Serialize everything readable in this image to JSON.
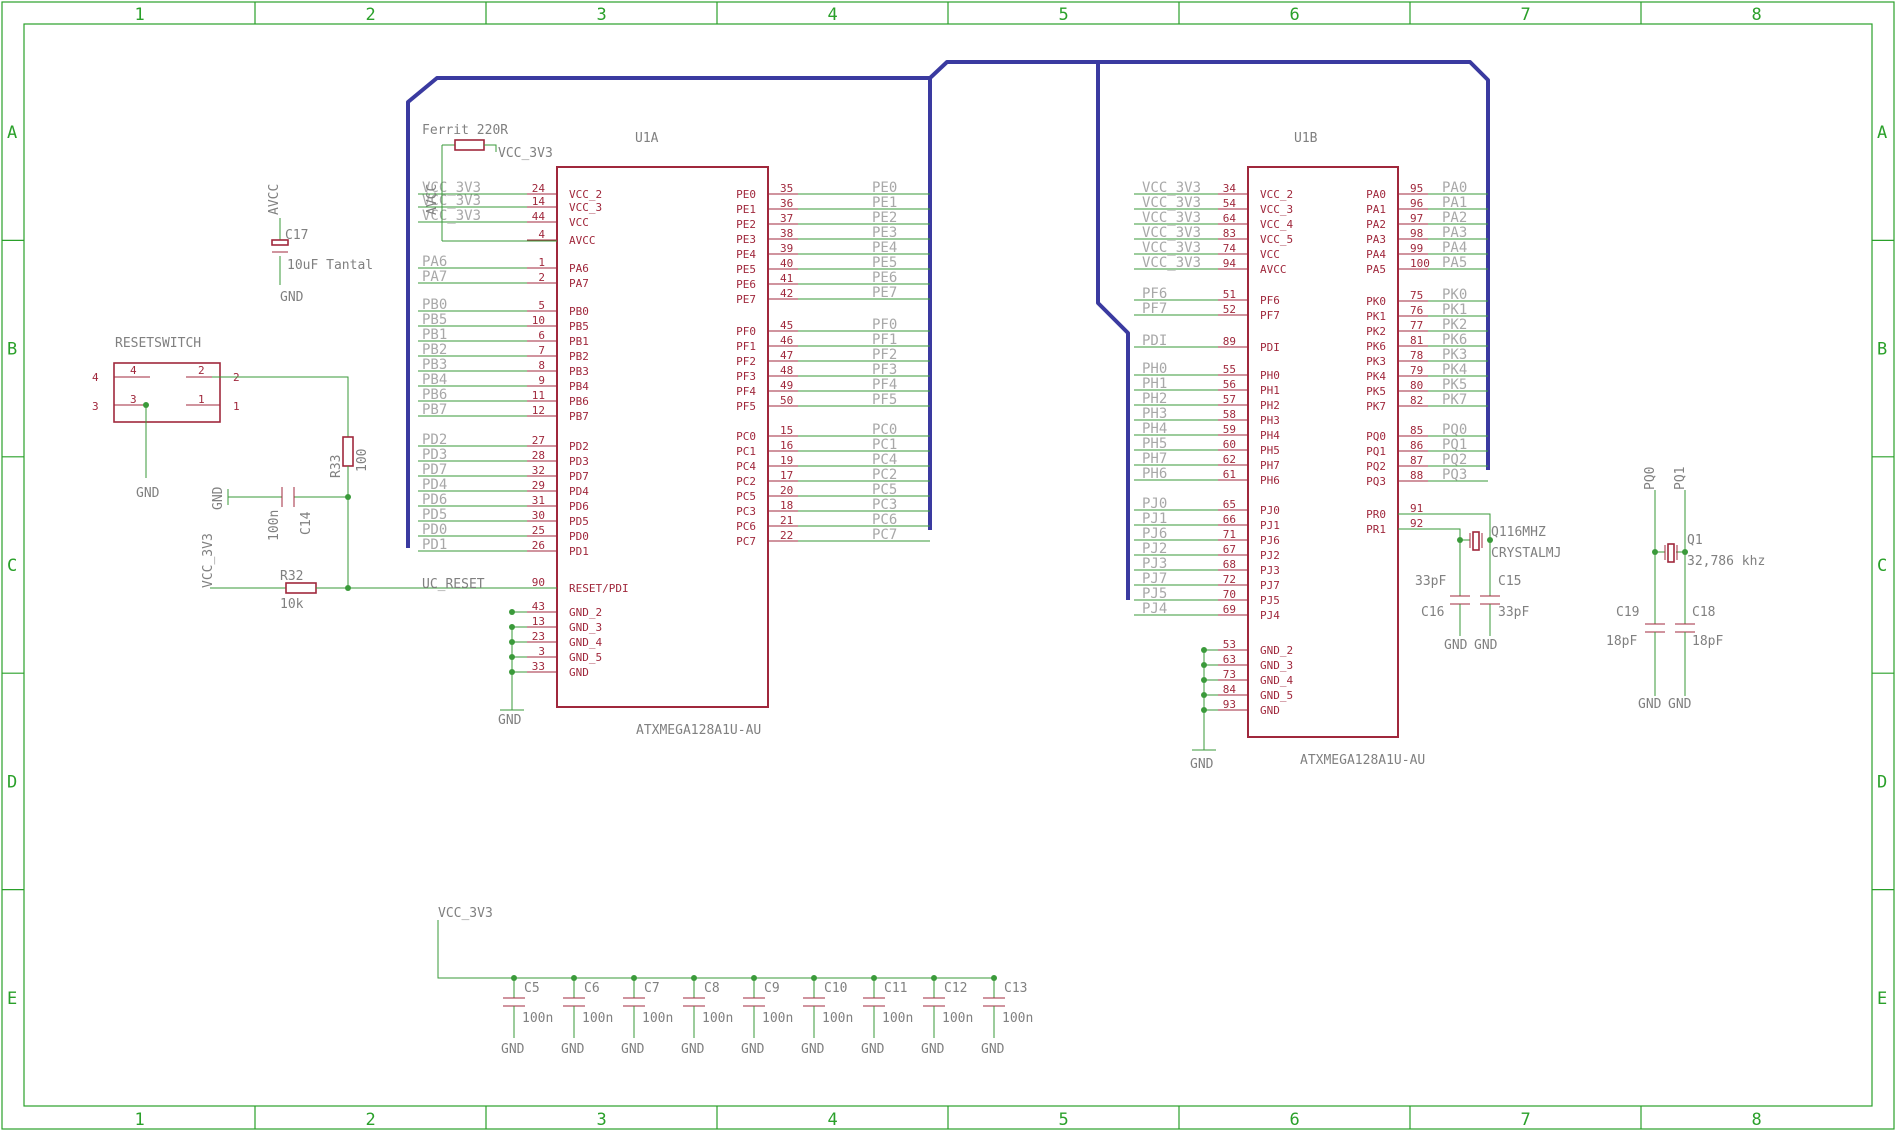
{
  "frame": {
    "cols": [
      "1",
      "2",
      "3",
      "4",
      "5",
      "6",
      "7",
      "8"
    ],
    "rows": [
      "A",
      "B",
      "C",
      "D",
      "E"
    ],
    "color": "#2aa02a"
  },
  "colors": {
    "wire": "#3a9a3a",
    "bus": "#3a3aa0",
    "part": "#a0283c",
    "label": "#808080"
  },
  "u1a": {
    "name": "U1A",
    "value": "ATXMEGA128A1U-AU",
    "left": [
      {
        "pin": "24",
        "func": "VCC_2",
        "net": "VCC_3V3"
      },
      {
        "pin": "14",
        "func": "VCC_3",
        "net": "VCC_3V3"
      },
      {
        "pin": "44",
        "func": "VCC",
        "net": "VCC_3V3"
      },
      {
        "pin": "4",
        "func": "AVCC",
        "net": ""
      },
      {
        "pin": "1",
        "func": "PA6",
        "net": "PA6"
      },
      {
        "pin": "2",
        "func": "PA7",
        "net": "PA7"
      },
      {
        "pin": "5",
        "func": "PB0",
        "net": "PB0"
      },
      {
        "pin": "10",
        "func": "PB5",
        "net": "PB5"
      },
      {
        "pin": "6",
        "func": "PB1",
        "net": "PB1"
      },
      {
        "pin": "7",
        "func": "PB2",
        "net": "PB2"
      },
      {
        "pin": "8",
        "func": "PB3",
        "net": "PB3"
      },
      {
        "pin": "9",
        "func": "PB4",
        "net": "PB4"
      },
      {
        "pin": "11",
        "func": "PB6",
        "net": "PB6"
      },
      {
        "pin": "12",
        "func": "PB7",
        "net": "PB7"
      },
      {
        "pin": "27",
        "func": "PD2",
        "net": "PD2"
      },
      {
        "pin": "28",
        "func": "PD3",
        "net": "PD3"
      },
      {
        "pin": "32",
        "func": "PD7",
        "net": "PD7"
      },
      {
        "pin": "29",
        "func": "PD4",
        "net": "PD4"
      },
      {
        "pin": "31",
        "func": "PD6",
        "net": "PD6"
      },
      {
        "pin": "30",
        "func": "PD5",
        "net": "PD5"
      },
      {
        "pin": "25",
        "func": "PD0",
        "net": "PD0"
      },
      {
        "pin": "26",
        "func": "PD1",
        "net": "PD1"
      },
      {
        "pin": "90",
        "func": "RESET/PDI",
        "net": "UC_RESET"
      },
      {
        "pin": "43",
        "func": "GND_2",
        "net": ""
      },
      {
        "pin": "13",
        "func": "GND_3",
        "net": ""
      },
      {
        "pin": "23",
        "func": "GND_4",
        "net": ""
      },
      {
        "pin": "3",
        "func": "GND_5",
        "net": ""
      },
      {
        "pin": "33",
        "func": "GND",
        "net": ""
      }
    ],
    "right": [
      {
        "pin": "35",
        "func": "PE0",
        "net": "PE0"
      },
      {
        "pin": "36",
        "func": "PE1",
        "net": "PE1"
      },
      {
        "pin": "37",
        "func": "PE2",
        "net": "PE2"
      },
      {
        "pin": "38",
        "func": "PE3",
        "net": "PE3"
      },
      {
        "pin": "39",
        "func": "PE4",
        "net": "PE4"
      },
      {
        "pin": "40",
        "func": "PE5",
        "net": "PE5"
      },
      {
        "pin": "41",
        "func": "PE6",
        "net": "PE6"
      },
      {
        "pin": "42",
        "func": "PE7",
        "net": "PE7"
      },
      {
        "pin": "45",
        "func": "PF0",
        "net": "PF0"
      },
      {
        "pin": "46",
        "func": "PF1",
        "net": "PF1"
      },
      {
        "pin": "47",
        "func": "PF2",
        "net": "PF2"
      },
      {
        "pin": "48",
        "func": "PF3",
        "net": "PF3"
      },
      {
        "pin": "49",
        "func": "PF4",
        "net": "PF4"
      },
      {
        "pin": "50",
        "func": "PF5",
        "net": "PF5"
      },
      {
        "pin": "15",
        "func": "PC0",
        "net": "PC0"
      },
      {
        "pin": "16",
        "func": "PC1",
        "net": "PC1"
      },
      {
        "pin": "19",
        "func": "PC4",
        "net": "PC4"
      },
      {
        "pin": "17",
        "func": "PC2",
        "net": "PC2"
      },
      {
        "pin": "20",
        "func": "PC5",
        "net": "PC5"
      },
      {
        "pin": "18",
        "func": "PC3",
        "net": "PC3"
      },
      {
        "pin": "21",
        "func": "PC6",
        "net": "PC6"
      },
      {
        "pin": "22",
        "func": "PC7",
        "net": "PC7"
      }
    ]
  },
  "u1b": {
    "name": "U1B",
    "value": "ATXMEGA128A1U-AU",
    "left": [
      {
        "pin": "34",
        "func": "VCC_2",
        "net": "VCC_3V3"
      },
      {
        "pin": "54",
        "func": "VCC_3",
        "net": "VCC_3V3"
      },
      {
        "pin": "64",
        "func": "VCC_4",
        "net": "VCC_3V3"
      },
      {
        "pin": "83",
        "func": "VCC_5",
        "net": "VCC_3V3"
      },
      {
        "pin": "74",
        "func": "VCC",
        "net": "VCC_3V3"
      },
      {
        "pin": "94",
        "func": "AVCC",
        "net": "VCC_3V3"
      },
      {
        "pin": "51",
        "func": "PF6",
        "net": "PF6"
      },
      {
        "pin": "52",
        "func": "PF7",
        "net": "PF7"
      },
      {
        "pin": "89",
        "func": "PDI",
        "net": "PDI"
      },
      {
        "pin": "55",
        "func": "PH0",
        "net": "PH0"
      },
      {
        "pin": "56",
        "func": "PH1",
        "net": "PH1"
      },
      {
        "pin": "57",
        "func": "PH2",
        "net": "PH2"
      },
      {
        "pin": "58",
        "func": "PH3",
        "net": "PH3"
      },
      {
        "pin": "59",
        "func": "PH4",
        "net": "PH4"
      },
      {
        "pin": "60",
        "func": "PH5",
        "net": "PH5"
      },
      {
        "pin": "62",
        "func": "PH7",
        "net": "PH7"
      },
      {
        "pin": "61",
        "func": "PH6",
        "net": "PH6"
      },
      {
        "pin": "65",
        "func": "PJ0",
        "net": "PJ0"
      },
      {
        "pin": "66",
        "func": "PJ1",
        "net": "PJ1"
      },
      {
        "pin": "71",
        "func": "PJ6",
        "net": "PJ6"
      },
      {
        "pin": "67",
        "func": "PJ2",
        "net": "PJ2"
      },
      {
        "pin": "68",
        "func": "PJ3",
        "net": "PJ3"
      },
      {
        "pin": "72",
        "func": "PJ7",
        "net": "PJ7"
      },
      {
        "pin": "70",
        "func": "PJ5",
        "net": "PJ5"
      },
      {
        "pin": "69",
        "func": "PJ4",
        "net": "PJ4"
      },
      {
        "pin": "53",
        "func": "GND_2",
        "net": ""
      },
      {
        "pin": "63",
        "func": "GND_3",
        "net": ""
      },
      {
        "pin": "73",
        "func": "GND_4",
        "net": ""
      },
      {
        "pin": "84",
        "func": "GND_5",
        "net": ""
      },
      {
        "pin": "93",
        "func": "GND",
        "net": ""
      }
    ],
    "right": [
      {
        "pin": "95",
        "func": "PA0",
        "net": "PA0"
      },
      {
        "pin": "96",
        "func": "PA1",
        "net": "PA1"
      },
      {
        "pin": "97",
        "func": "PA2",
        "net": "PA2"
      },
      {
        "pin": "98",
        "func": "PA3",
        "net": "PA3"
      },
      {
        "pin": "99",
        "func": "PA4",
        "net": "PA4"
      },
      {
        "pin": "100",
        "func": "PA5",
        "net": "PA5"
      },
      {
        "pin": "75",
        "func": "PK0",
        "net": "PK0"
      },
      {
        "pin": "76",
        "func": "PK1",
        "net": "PK1"
      },
      {
        "pin": "77",
        "func": "PK2",
        "net": "PK2"
      },
      {
        "pin": "81",
        "func": "PK6",
        "net": "PK6"
      },
      {
        "pin": "78",
        "func": "PK3",
        "net": "PK3"
      },
      {
        "pin": "79",
        "func": "PK4",
        "net": "PK4"
      },
      {
        "pin": "80",
        "func": "PK5",
        "net": "PK5"
      },
      {
        "pin": "82",
        "func": "PK7",
        "net": "PK7"
      },
      {
        "pin": "85",
        "func": "PQ0",
        "net": "PQ0"
      },
      {
        "pin": "86",
        "func": "PQ1",
        "net": "PQ1"
      },
      {
        "pin": "87",
        "func": "PQ2",
        "net": "PQ2"
      },
      {
        "pin": "88",
        "func": "PQ3",
        "net": "PQ3"
      },
      {
        "pin": "91",
        "func": "PR0",
        "net": ""
      },
      {
        "pin": "92",
        "func": "PR1",
        "net": ""
      }
    ]
  },
  "parts": {
    "ferrite": {
      "name": "Ferrit 220R",
      "net": "VCC_3V3",
      "avcc": "AVCC"
    },
    "c17": {
      "avcc": "AVCC",
      "name": "C17",
      "value": "10uF Tantal",
      "gnd": "GND"
    },
    "reset": {
      "name": "RESETSWITCH",
      "pins": [
        "4",
        "3",
        "2",
        "1",
        "4",
        "3",
        "2",
        "1"
      ],
      "gnd": "GND"
    },
    "r33": {
      "name": "R33",
      "value": "100"
    },
    "c14": {
      "gnd": "GND",
      "value": "100n",
      "name": "C14"
    },
    "r32": {
      "vcc": "VCC_3V3",
      "name": "R32",
      "value": "10k",
      "net": "UC_RESET"
    },
    "u1a_gnd": "GND",
    "u1b_gnd": "GND",
    "xtal1": {
      "name": "Q116MHZ",
      "value": "CRYSTALMJ",
      "c16": "C16",
      "c15": "C15",
      "c16v": "33pF",
      "c15v": "33pF",
      "gnd1": "GND",
      "gnd2": "GND"
    },
    "xtal2": {
      "net0": "PQ0",
      "net1": "PQ1",
      "name": "Q1",
      "value": "32,786 khz",
      "c19": "C19",
      "c18": "C18",
      "c19v": "18pF",
      "c18v": "18pF",
      "gnd1": "GND",
      "gnd2": "GND"
    },
    "decoupling": {
      "vcc": "VCC_3V3",
      "caps": [
        {
          "name": "C5",
          "value": "100n",
          "gnd": "GND"
        },
        {
          "name": "C6",
          "value": "100n",
          "gnd": "GND"
        },
        {
          "name": "C7",
          "value": "100n",
          "gnd": "GND"
        },
        {
          "name": "C8",
          "value": "100n",
          "gnd": "GND"
        },
        {
          "name": "C9",
          "value": "100n",
          "gnd": "GND"
        },
        {
          "name": "C10",
          "value": "100n",
          "gnd": "GND"
        },
        {
          "name": "C11",
          "value": "100n",
          "gnd": "GND"
        },
        {
          "name": "C12",
          "value": "100n",
          "gnd": "GND"
        },
        {
          "name": "C13",
          "value": "100n",
          "gnd": "GND"
        }
      ]
    }
  }
}
